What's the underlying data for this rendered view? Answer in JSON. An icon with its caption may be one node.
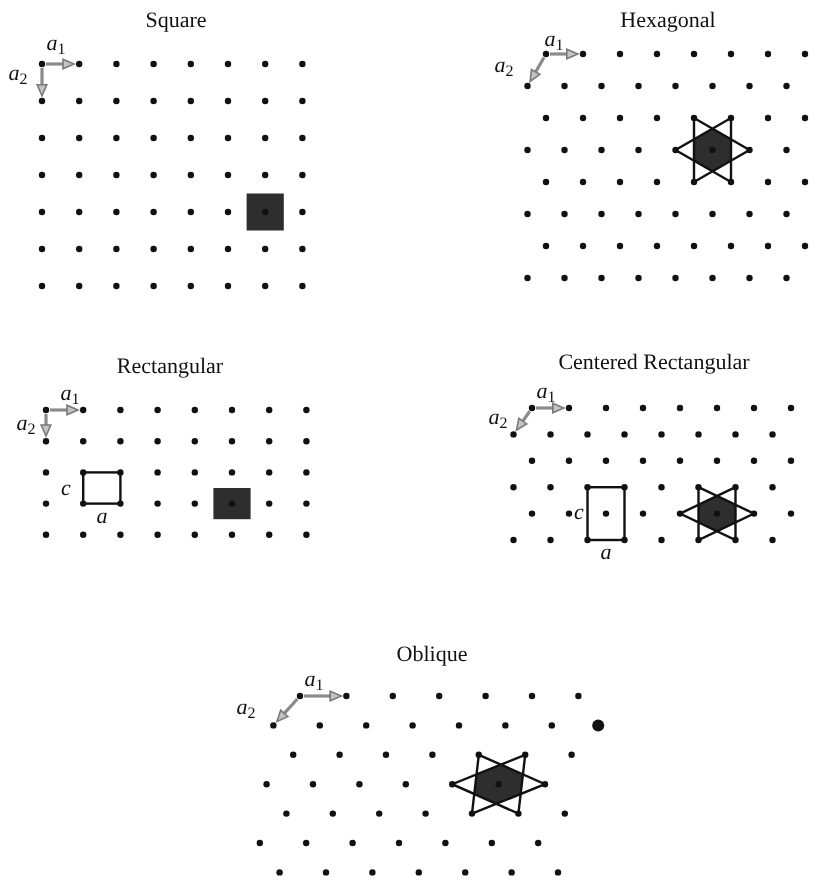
{
  "diagram": {
    "labels": [
      "Square",
      "*a*$_{1}$",
      "*a*$_{2}$",
      "Hexagonal",
      "*a*$_{1}$",
      "*a*$_{2}$",
      "Rectangular",
      "*a*$_{1}$",
      "*a*$_{2}$",
      "c",
      "a",
      "Centered Rectangular",
      "*a*$_{1}$",
      "*a*$_{2}$",
      "c",
      "a",
      "Oblique",
      "*a*$_{1}$",
      "*a*$_{2}$"
    ]
  }
}
